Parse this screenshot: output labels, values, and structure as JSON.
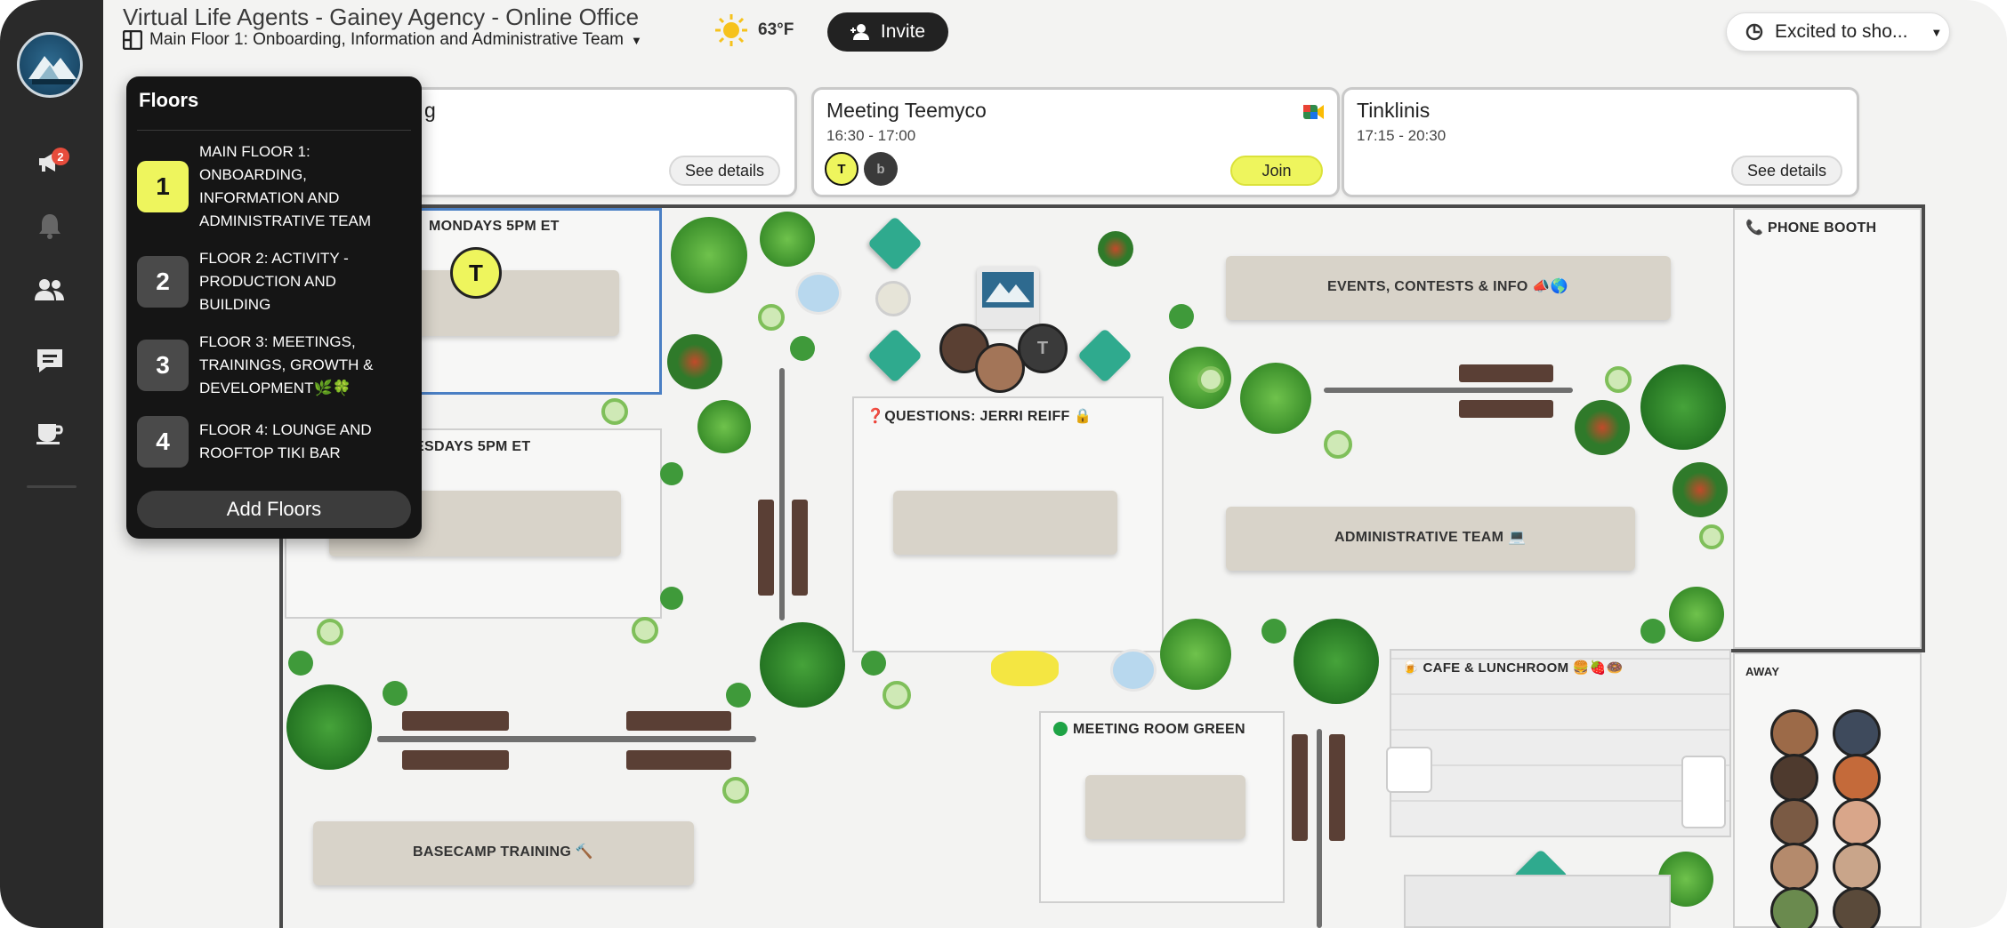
{
  "header": {
    "title": "Virtual Life Agents - Gainey Agency - Online Office",
    "floor_selector": "Main Floor 1: Onboarding, Information and Administrative Team",
    "temperature": "63°F",
    "invite_label": "Invite",
    "status_text": "Excited to sho..."
  },
  "sidebar": {
    "announcements_badge": "2",
    "items": [
      "megaphone-icon",
      "bell-icon",
      "people-icon",
      "chat-icon",
      "coffee-icon"
    ]
  },
  "meetings": [
    {
      "title": "g",
      "time": "",
      "action": "See details"
    },
    {
      "title": "Meeting Teemyco",
      "time": "16:30 - 17:00",
      "action": "Join",
      "avatars": [
        "T",
        "b"
      ]
    },
    {
      "title": "Tinklinis",
      "time": "17:15 - 20:30",
      "action": "See details"
    }
  ],
  "floors_popover": {
    "title": "Floors",
    "floors": [
      {
        "number": "1",
        "name": "Main Floor 1: Onboarding, Information and Administrative Team",
        "active": true
      },
      {
        "number": "2",
        "name": "Floor 2: Activity - Production and Building",
        "active": false
      },
      {
        "number": "3",
        "name": "Floor 3: Meetings, Trainings, Growth & Development🌿🍀",
        "active": false
      },
      {
        "number": "4",
        "name": "Floor 4: Lounge and Rooftop Tiki Bar",
        "active": false
      }
    ],
    "add_label": "Add Floors"
  },
  "map": {
    "rooms": {
      "mondays": "MONDAYS 5PM ET",
      "wednesdays": "ESDAYS 5PM ET",
      "questions": "❓QUESTIONS: JERRI REIFF 🔒",
      "phone_booth": "📞 PHONE BOOTH",
      "meeting_green": "MEETING ROOM GREEN",
      "cafe": "🍺 CAFE & LUNCHROOM 🍔🍓🍩",
      "away": "AWAY"
    },
    "tables": {
      "events": "EVENTS, CONTESTS & INFO 📣🌎",
      "admin": "ADMINISTRATIVE TEAM 💻",
      "basecamp": "BASECAMP TRAINING 🔨"
    },
    "avatars": {
      "table_user": "T",
      "grey_user": "T"
    }
  },
  "colors": {
    "sidebar": "#2a2a2a",
    "accent_yellow": "#eef55d",
    "teal": "#2faa8e",
    "plant_green": "#3f9a3a"
  }
}
